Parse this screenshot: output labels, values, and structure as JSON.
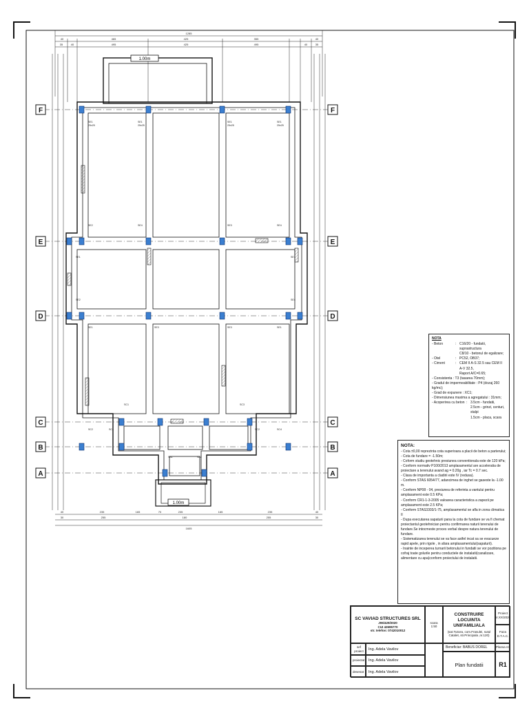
{
  "drawing": {
    "axes_horizontal": [
      "F",
      "E",
      "D",
      "C",
      "B",
      "A"
    ],
    "annotations": {
      "level_top": "1.00m",
      "level_bottom": "1.00m"
    },
    "dims_top": {
      "total": "1285",
      "row2": [
        "40",
        "465",
        "425",
        "355",
        "40"
      ],
      "row3": [
        "35",
        "40",
        "495",
        "425",
        "495",
        "40",
        "35"
      ]
    },
    "dims_bottom": {
      "total": "1605",
      "row1": [
        "40",
        "235",
        "165",
        "70",
        "235",
        "165",
        "235",
        "40"
      ],
      "row2": [
        "30",
        "255",
        "180",
        "255",
        "30"
      ]
    },
    "labels": [
      "SE1",
      "SE2",
      "SE3",
      "SE4",
      "SC1",
      "SC2",
      "SC3",
      "SC4",
      "SA1",
      "SA2"
    ],
    "sizes": [
      "25x25"
    ]
  },
  "material_note": {
    "title": "NOTA",
    "rows": [
      {
        "k": "- Beton",
        "v": "C16/20 - fundatii, suprastructura"
      },
      {
        "k": "",
        "v": "C8/10 - betonul de egalizare;"
      },
      {
        "k": "- Otel",
        "v": "PC52, OB37;"
      },
      {
        "k": "- Ciment",
        "v": "CEM II A-S 32.5 sau CEM II A-V 32.5,"
      },
      {
        "k": "",
        "v": "Raport A/C=0.65;"
      }
    ],
    "lines": [
      "- Consistenta : T3 (tasarea 70mm);",
      "- Gradul de impermeabilitate : P4 (dozaj 260 kg/mc);",
      "- Grad de expunere : XC1;",
      "- Dimensiunea maxima a agregatului : 31mm;"
    ],
    "cover": {
      "k": "- Acoperirea cu beton",
      "v1": "3.5cm - fundatii,",
      "v2": "2.5cm - grinzi, centuri, stalpi",
      "v3": "1.5cm - placa, scara"
    }
  },
  "general_note": {
    "title": "NOTA:",
    "items": [
      "- Cota ±0,00 reprezinta cota superioara a placii de beton a parterului;",
      "- Cota de fundare = -1.50m;",
      "- Coform studiu geotehnic presiunea conventionala este de 120 kPa;",
      "- Conform normativ P100/2013 amplasamentul are acceleratia de proiectare a terenului avand ag = 0.20g , iar Tc = 0.7 sec.",
      "- Clasa de importanta a cladirii este IV (redusa).",
      "- Conform STAS 6054/77, adancimea de inghet se gaseste la -1.00 m.",
      "- Conform NP08 - 04, presiunea de referinta a vantului pentru amplasament este 0.5 KPa;",
      "- Conform CR1-1-3-2005 valoarea caracteristica a zapezii pe amplasament este 2.5 KPa;",
      "- Conform STAS3303/1-75, amplasamentul se afla in zona climatica II",
      "- Dupa executarea sapaturii pana la cota de fundare se va fi chemat proiectantul geotehnician pentru confirmarea naturii terenului de fundare.Se intocmeste proces verbal despre natura terenului de fundare.",
      "- Sistematizarea terenului se va face astfel incat sa se evacueze rapid apele, prin rigole , in afara amplasamentului(sapaturii).",
      "- Inainte de inceperea turnarii betonului in fundatii se vor pozitiona pe cofraj toate golurile pentru conductele de instalatii(canalizare, alimentare cu apa)conform proiectului de instalatii."
    ]
  },
  "title_block": {
    "company": "SC VAVIAD STRUCTURES SRL",
    "company_reg": "J06/429/2020",
    "company_cui": "CUI 42695770",
    "company_tel": "str. telefon: 0742010012",
    "scale_label": "scara",
    "scale": "1:50",
    "project_name": "CONSTRUIRE LOCUINTA UNIFAMILIALA",
    "project_address": "(sat.Tutcea, com.Frasulei, sutul Catalet, str.Principala ,nr.120)",
    "project_label": "Proiect",
    "project_no": "nr.XX/2020",
    "phase_label": "Faza",
    "phase": "D.T.A.C.",
    "role1": "sef proiect",
    "role2": "proiectat",
    "role3": "desenat",
    "person": "Ing. Adela Vavilov",
    "beneficiary": "Beneficiar:    BABUS DOREL",
    "sheet_title": "Plan fundatii",
    "plan_label": "Plansa nr.",
    "plan_no": "R1"
  }
}
